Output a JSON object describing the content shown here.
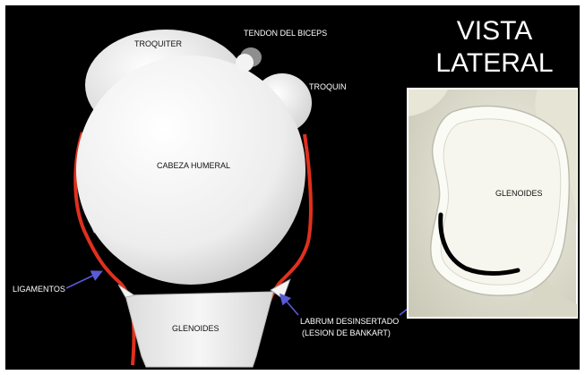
{
  "diagram": {
    "title_line1": "VISTA",
    "title_line2": "LATERAL",
    "labels": {
      "troquiter": "TROQUITER",
      "tendon": "TENDON DEL BICEPS",
      "troquin": "TROQUIN",
      "cabeza": "CABEZA HUMERAL",
      "glenoides_front": "GLENOIDES",
      "ligamentos": "LIGAMENTOS",
      "labrum_line1": "LABRUM DESINSERTADO",
      "labrum_line2": "(LESION DE BANKART)",
      "glenoides_lateral": "GLENOIDES"
    }
  },
  "colors": {
    "background": "#000000",
    "bone": "#ececec",
    "ligament": "#e0301e",
    "arrow": "#5a5ad8",
    "lesion": "#000000"
  }
}
